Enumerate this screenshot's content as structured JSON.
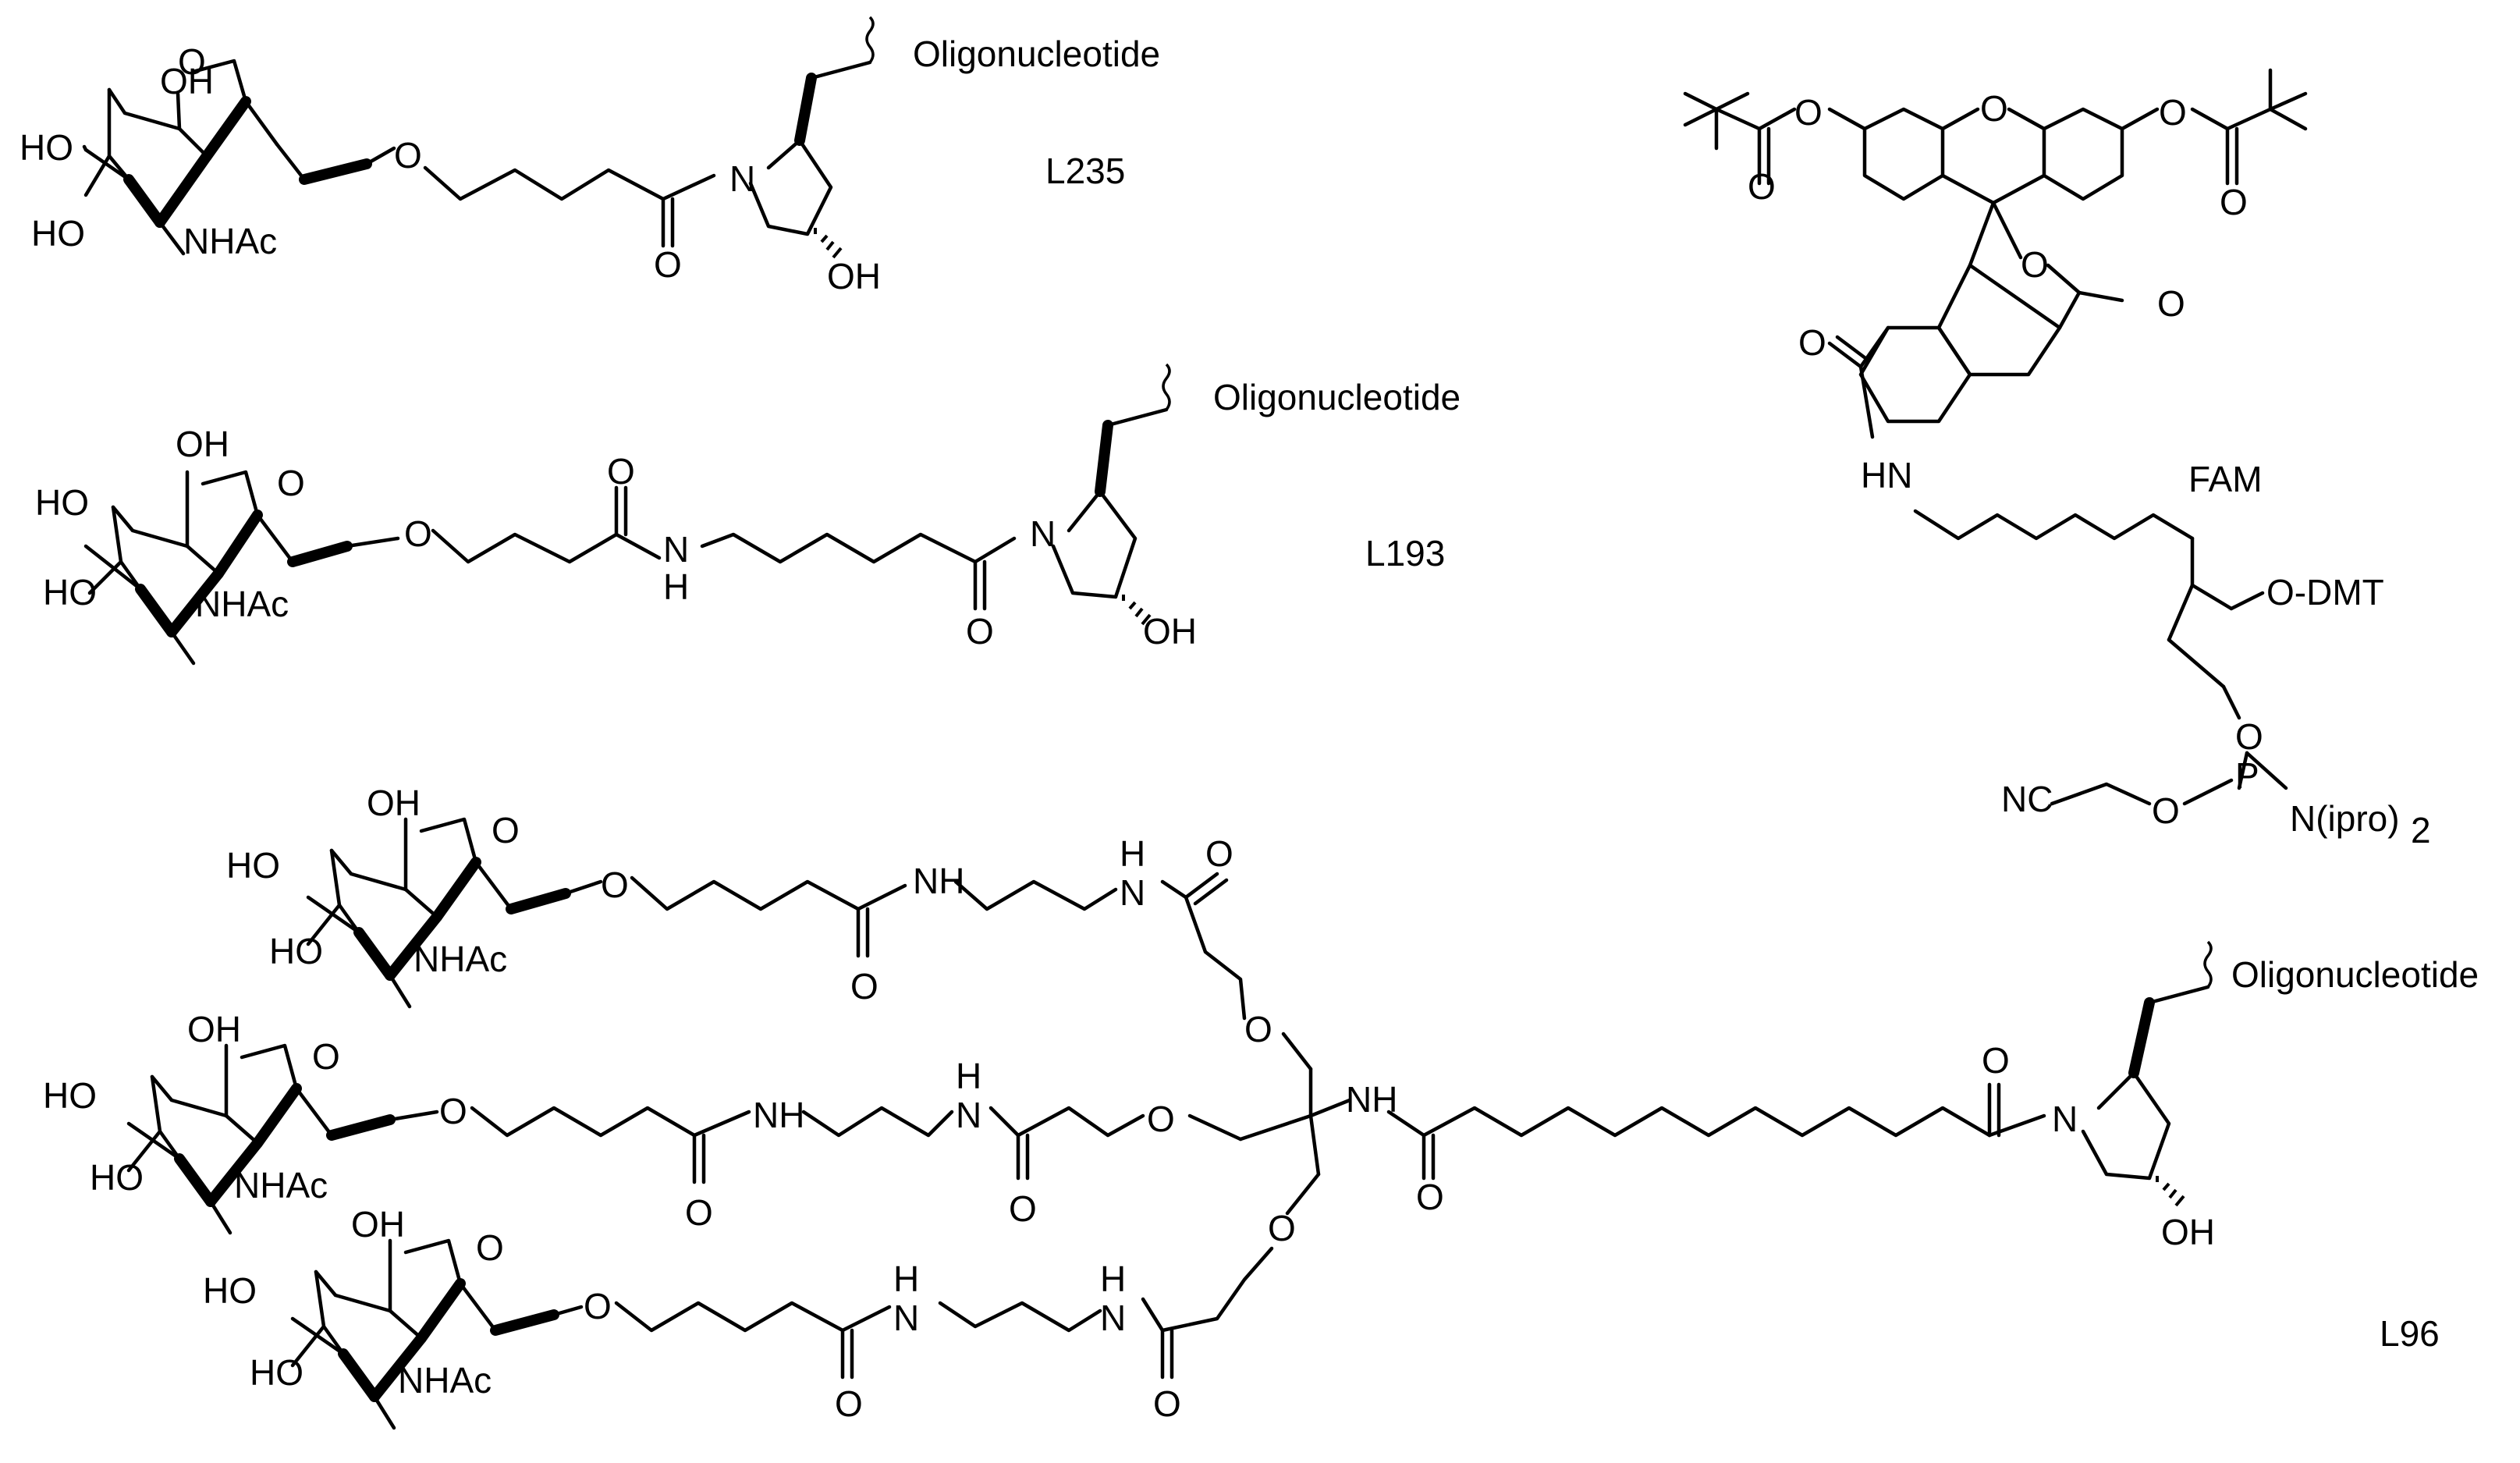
{
  "compounds": {
    "l235": {
      "name": "L235"
    },
    "l193": {
      "name": "L193"
    },
    "fam": {
      "name": "FAM"
    },
    "l96": {
      "name": "L96"
    }
  },
  "atoms": {
    "oligo": "Oligonucleotide",
    "oh": "OH",
    "ho": "HO",
    "o": "O",
    "n": "N",
    "nh": "NH",
    "hn": "HN",
    "h": "H",
    "nhac": "NHAc",
    "p": "P",
    "nc": "NC",
    "odmt": "O-DMT",
    "nipro": "N(ipro)",
    "sub2": "2"
  }
}
